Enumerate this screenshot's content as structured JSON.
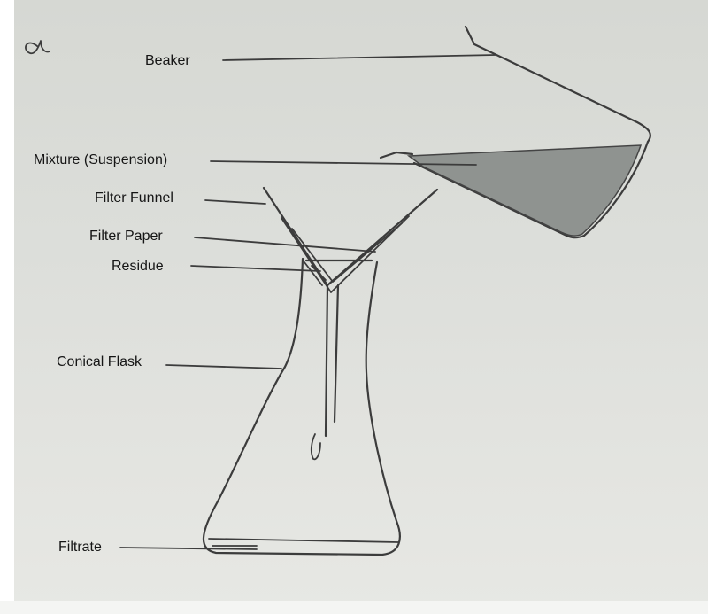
{
  "labels": {
    "beaker": "Beaker",
    "mixture": "Mixture (Suspension)",
    "filter_funnel": "Filter Funnel",
    "filter_paper": "Filter Paper",
    "residue": "Residue",
    "conical_flask": "Conical Flask",
    "filtrate": "Filtrate"
  },
  "colors": {
    "ink": "#3c3c3c",
    "liquid": "#8f9390",
    "paper": "#dcdeda"
  }
}
